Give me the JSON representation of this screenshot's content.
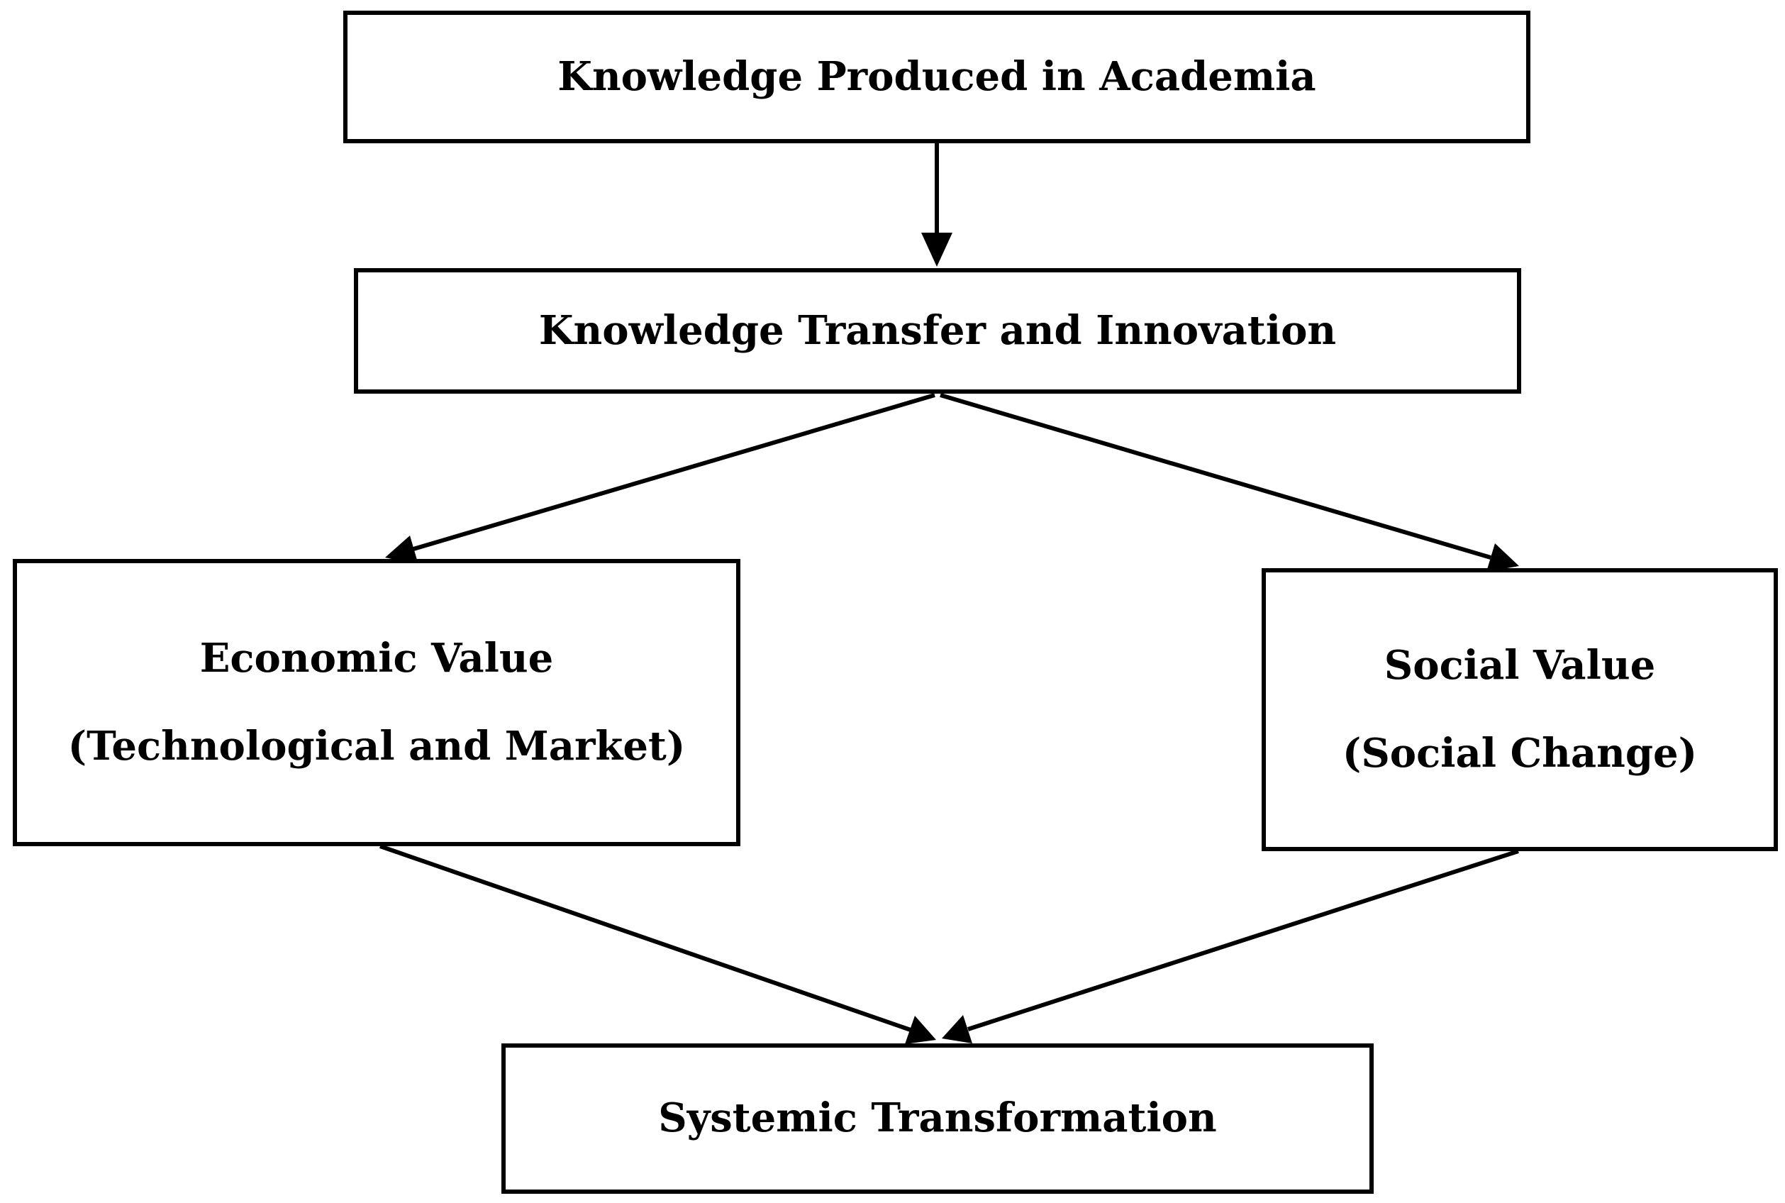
{
  "diagram": {
    "nodes": {
      "knowledge_produced": {
        "text": "Knowledge Produced in Academia"
      },
      "knowledge_transfer": {
        "text": "Knowledge Transfer and Innovation"
      },
      "economic_value": {
        "line1": "Economic Value",
        "line2": "(Technological and Market)"
      },
      "social_value": {
        "line1": "Social Value",
        "line2": "(Social Change)"
      },
      "systemic_transformation": {
        "text": "Systemic Transformation"
      }
    },
    "edges": [
      {
        "from": "knowledge_produced",
        "to": "knowledge_transfer"
      },
      {
        "from": "knowledge_transfer",
        "to": "economic_value"
      },
      {
        "from": "knowledge_transfer",
        "to": "social_value"
      },
      {
        "from": "economic_value",
        "to": "systemic_transformation"
      },
      {
        "from": "social_value",
        "to": "systemic_transformation"
      }
    ]
  }
}
